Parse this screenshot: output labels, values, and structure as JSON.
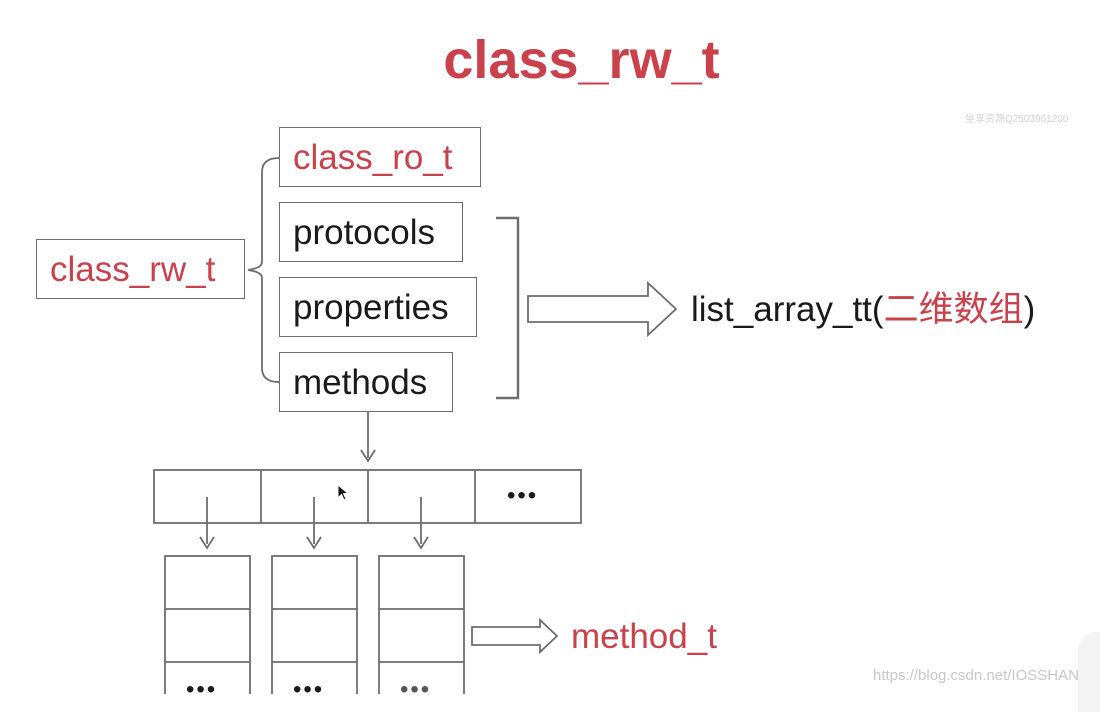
{
  "title": "class_rw_t",
  "colors": {
    "accent": "#c9424b",
    "text": "#1a1a1a",
    "line": "#6d6d6d"
  },
  "nodes": {
    "class_rw_t": "class_rw_t",
    "class_ro_t": "class_ro_t",
    "protocols": "protocols",
    "properties": "properties",
    "methods": "methods"
  },
  "list_array": {
    "prefix": "list_array_tt(",
    "highlight": "二维数组",
    "suffix": ")"
  },
  "method_t": "method_t",
  "ellipsis": "•••",
  "watermark": {
    "top": "坐享资源Q2503961200",
    "bottom": "https://blog.csdn.net/IOSSHAN"
  }
}
